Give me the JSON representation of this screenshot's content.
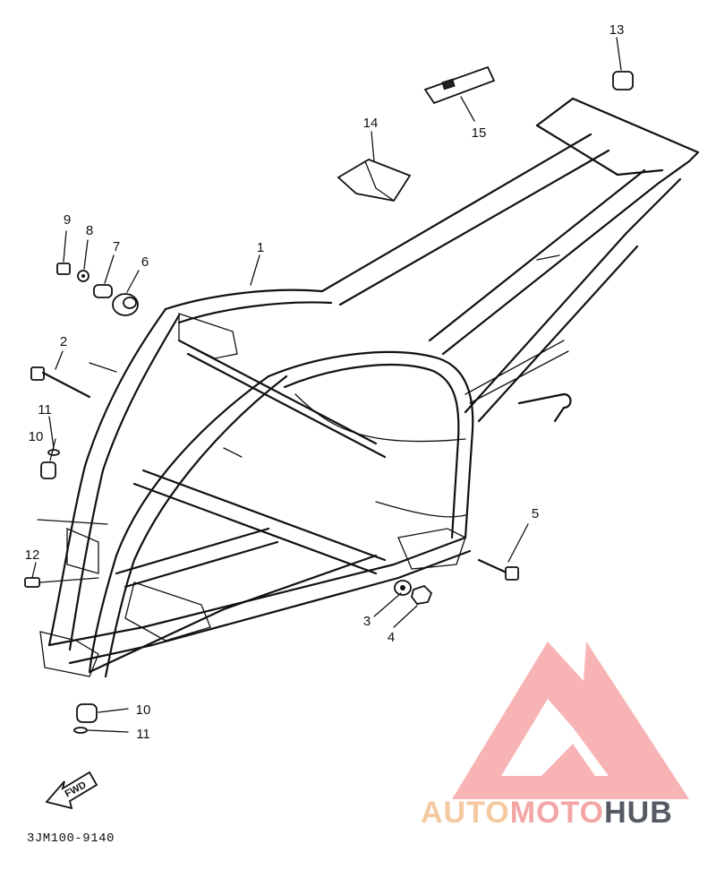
{
  "diagram": {
    "part_code": "3JM100-9140",
    "fwd_label": "FWD",
    "callouts": [
      {
        "id": "c1",
        "label": "1"
      },
      {
        "id": "c2",
        "label": "2"
      },
      {
        "id": "c3",
        "label": "3"
      },
      {
        "id": "c4",
        "label": "4"
      },
      {
        "id": "c5",
        "label": "5"
      },
      {
        "id": "c6",
        "label": "6"
      },
      {
        "id": "c7",
        "label": "7"
      },
      {
        "id": "c8",
        "label": "8"
      },
      {
        "id": "c9",
        "label": "9"
      },
      {
        "id": "c10a",
        "label": "10"
      },
      {
        "id": "c10b",
        "label": "10"
      },
      {
        "id": "c11a",
        "label": "11"
      },
      {
        "id": "c11b",
        "label": "11"
      },
      {
        "id": "c12",
        "label": "12"
      },
      {
        "id": "c13",
        "label": "13"
      },
      {
        "id": "c14",
        "label": "14"
      },
      {
        "id": "c15",
        "label": "15"
      }
    ]
  },
  "watermark": {
    "part1": "AUTO",
    "part2": "MOTO",
    "part3": "HUB",
    "colors": {
      "auto": "#f5c9a0",
      "moto": "#f3a6a6",
      "hub": "#555a63",
      "logo": "#f7a7a7"
    }
  }
}
